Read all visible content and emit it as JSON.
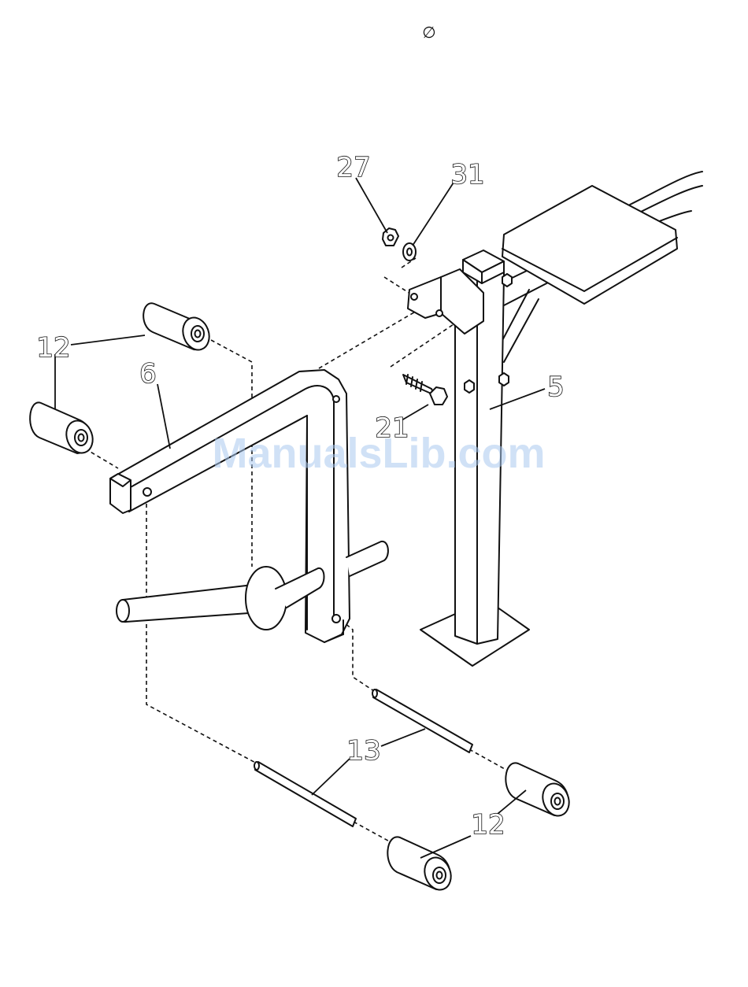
{
  "header": {
    "symbol": "∅"
  },
  "callouts": {
    "part_27": "27",
    "part_31": "31",
    "part_12_upper": "12",
    "part_6": "6",
    "part_5": "5",
    "part_21": "21",
    "part_13": "13",
    "part_12_lower": "12"
  },
  "watermark": {
    "text": "ManualsLib.com"
  },
  "colors": {
    "ink": "#111111",
    "watermark": "#a9c8ee",
    "background": "#ffffff"
  }
}
